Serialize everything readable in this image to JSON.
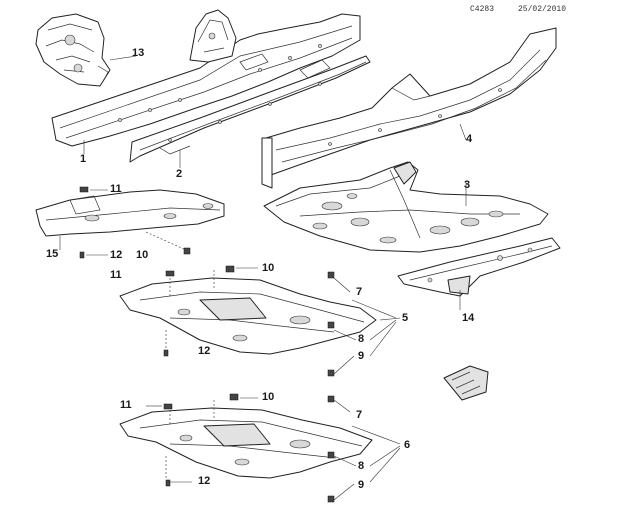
{
  "header": {
    "code": "C4283",
    "date": "25/02/2010"
  },
  "callouts": {
    "c1": "1",
    "c2": "2",
    "c3": "3",
    "c4": "4",
    "c5": "5",
    "c6": "6",
    "c7a": "7",
    "c7b": "7",
    "c8a": "8",
    "c8b": "8",
    "c9a": "9",
    "c9b": "9",
    "c10a": "10",
    "c10b": "10",
    "c10c": "10",
    "c11a": "11",
    "c11b": "11",
    "c11c": "11",
    "c12a": "12",
    "c12b": "12",
    "c12c": "12",
    "c13": "13",
    "c14": "14",
    "c15": "15"
  },
  "colors": {
    "line": "#222222",
    "shade": "#e2e2e2",
    "background": "#ffffff"
  }
}
